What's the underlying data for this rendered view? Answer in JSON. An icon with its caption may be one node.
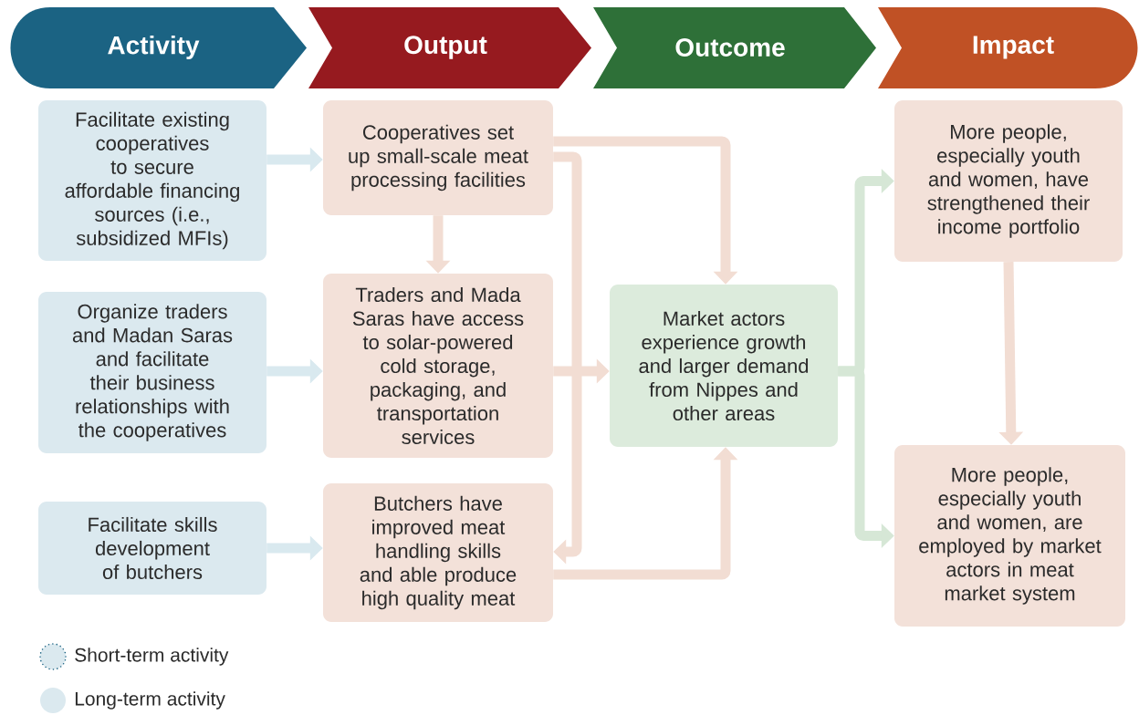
{
  "diagram": {
    "nodes": [
      {
        "text": [
          "Activity"
        ]
      },
      {
        "text": [
          "Output"
        ]
      },
      {
        "text": [
          "Outcome"
        ]
      },
      {
        "text": [
          "Impact"
        ]
      },
      {
        "text": [
          "Facilitate existing cooperatives to secure affordable financing sources (i.e., subsidized MFIs)"
        ]
      },
      {
        "text": [
          "Organize traders and Madan Saras and facilitate their business relationships with the cooperatives"
        ]
      },
      {
        "text": [
          "Facilitate skills development of butchers"
        ]
      },
      {
        "text": [
          "Cooperatives set up small-scale meat processing facilities"
        ]
      },
      {
        "text": [
          "Traders and Mada Saras have access to solar-powered cold storage, packaging, and transportation services"
        ]
      },
      {
        "text": [
          "Butchers have improved meat handling skills and able produce high quality meat"
        ]
      },
      {
        "text": [
          "Market actors experience growth and larger demand from Nippes and other areas"
        ]
      },
      {
        "text": [
          "More people, especially youth and women, have strengthened their income portfolio"
        ]
      },
      {
        "text": [
          "More people, especially youth and women, are employed by market actors in meat market system"
        ]
      }
    ],
    "edges": [
      {
        "from": 4,
        "to": 7,
        "arrow": "to",
        "color": "#d9e9ef"
      },
      {
        "from": 5,
        "to": 8,
        "arrow": "to",
        "color": "#d9e9ef"
      },
      {
        "from": 6,
        "to": 9,
        "arrow": "to",
        "color": "#d9e9ef"
      },
      {
        "from": 7,
        "to": 8,
        "arrow": "to"
      },
      {
        "from": 7,
        "to": 10,
        "arrow": "to"
      },
      {
        "from": 7,
        "to": 9,
        "arrow": "to"
      },
      {
        "from": 8,
        "to": 10,
        "arrow": "to"
      },
      {
        "from": 9,
        "to": 10,
        "arrow": "to"
      },
      {
        "from": 10,
        "to": 11,
        "arrow": "to",
        "color": "#d6e7d6"
      },
      {
        "from": 10,
        "to": 12,
        "arrow": "to",
        "color": "#d6e7d6"
      },
      {
        "from": 11,
        "to": 12,
        "arrow": "to"
      }
    ],
    "legend": [
      {
        "text": "Short-term activity"
      },
      {
        "text": "Long-term activity",
        "color": "#dbe9ef"
      }
    ]
  }
}
